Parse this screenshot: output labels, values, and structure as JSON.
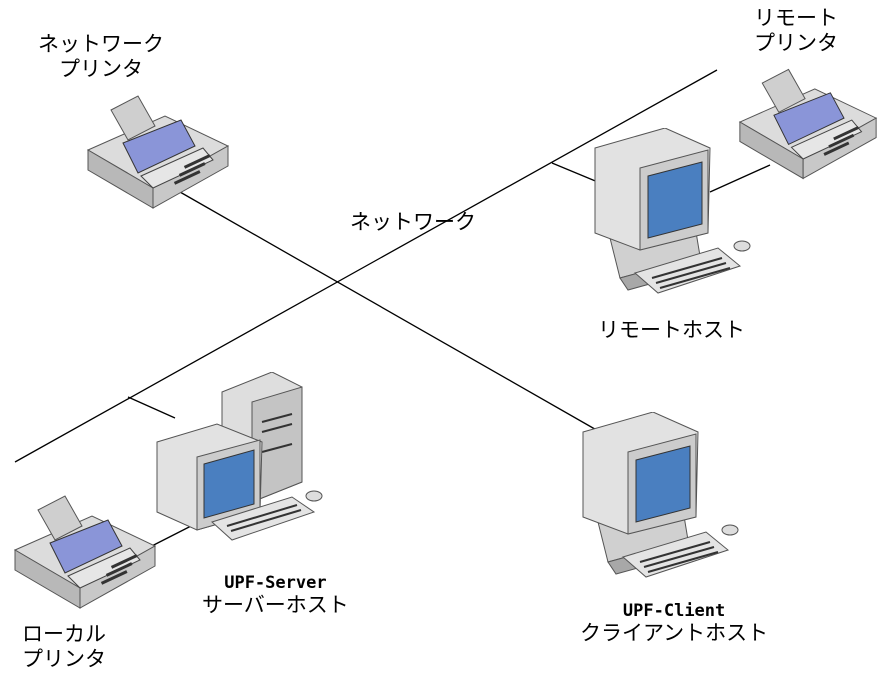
{
  "network": {
    "label": "ネットワーク"
  },
  "network_printer": {
    "line1": "ネットワーク",
    "line2": "プリンタ",
    "icon": "printer-icon"
  },
  "remote_printer": {
    "line1": "リモート",
    "line2": "プリンタ",
    "icon": "printer-icon"
  },
  "remote_host": {
    "label": "リモートホスト",
    "icon": "computer-icon"
  },
  "server_host": {
    "name": "UPF-Server",
    "label": "サーバーホスト",
    "icon": "tower-computer-icon"
  },
  "client_host": {
    "name": "UPF-Client",
    "label": "クライアントホスト",
    "icon": "computer-icon"
  },
  "local_printer": {
    "line1": "ローカル",
    "line2": "プリンタ",
    "icon": "printer-icon"
  },
  "colors": {
    "line": "#000000",
    "device_body": "#e8e8e8",
    "device_shadow": "#9a9a9a",
    "screen": "#4a7fc0",
    "paper_tray": "#8a95d8"
  }
}
